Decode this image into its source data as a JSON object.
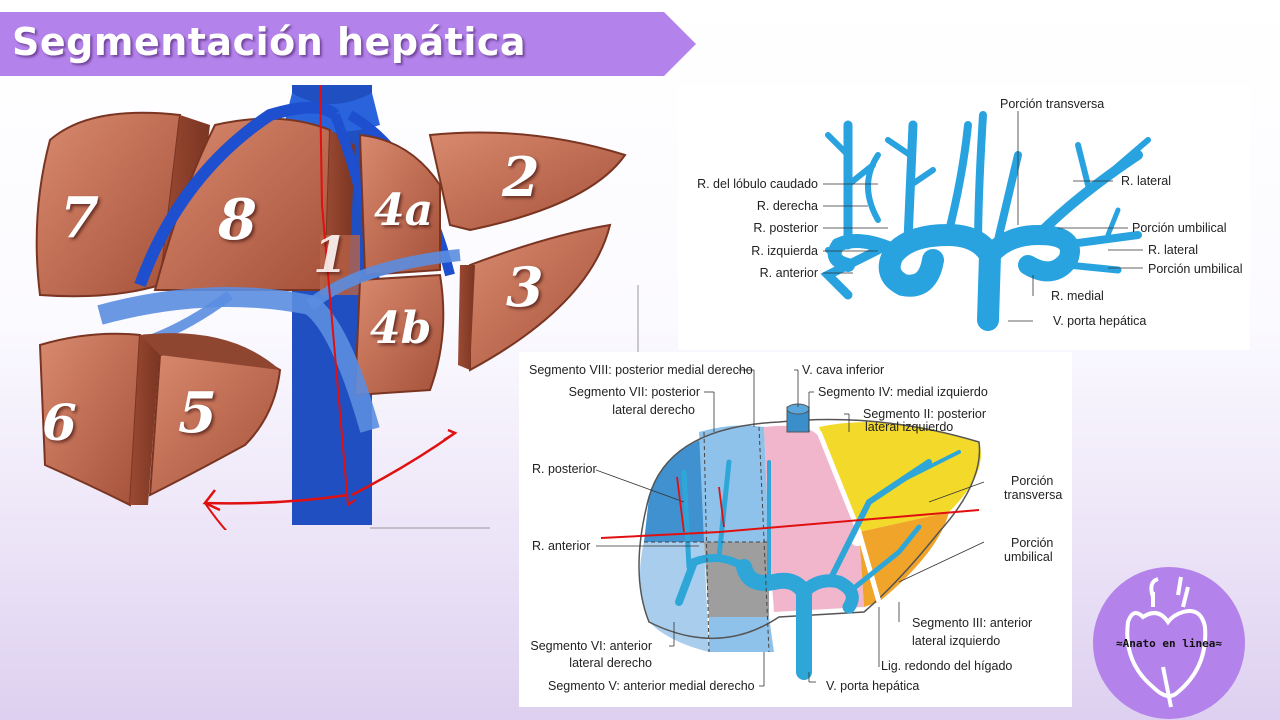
{
  "slide": {
    "title": "Segmentación hepática",
    "colors": {
      "banner": "#b382ea",
      "vessel": "#1f5fd6",
      "portal_tree": "#29a3e0",
      "liver": "#c46a50",
      "annotation": "#e01010"
    }
  },
  "liver_figure": {
    "segment_numbers": [
      "7",
      "8",
      "1",
      "4a",
      "4b",
      "2",
      "3",
      "6",
      "5"
    ]
  },
  "portal_figure": {
    "left_labels": [
      "R. del lóbulo caudado",
      "R. derecha",
      "R. posterior",
      "R. izquierda",
      "R. anterior"
    ],
    "right_labels": [
      "Porción transversa",
      "R. lateral",
      "Porción umbilical",
      "R. lateral",
      "Porción umbilical",
      "R. medial",
      "V. porta hepática"
    ]
  },
  "segment_figure": {
    "top_labels": [
      "Segmento VIII: posterior medial derecho",
      "V. cava inferior",
      "Segmento IV: medial izquierdo"
    ],
    "seg7": [
      "Segmento VII: posterior",
      "lateral derecho"
    ],
    "seg2": [
      "Segmento II: posterior",
      "lateral izquierdo"
    ],
    "left_labels": [
      "R. posterior",
      "R. anterior"
    ],
    "right_transversa": [
      "Porción",
      "transversa"
    ],
    "right_umbilical": [
      "Porción",
      "umbilical"
    ],
    "seg3": [
      "Segmento III: anterior",
      "lateral izquierdo"
    ],
    "seg6": [
      "Segmento VI: anterior",
      "lateral derecho"
    ],
    "lig": "Lig. redondo del hígado",
    "seg5": "Segmento V: anterior medial derecho",
    "portal": "V. porta hepática"
  },
  "logo": {
    "text": "≈Anato en linea≈",
    "icon": "heart-icon"
  }
}
